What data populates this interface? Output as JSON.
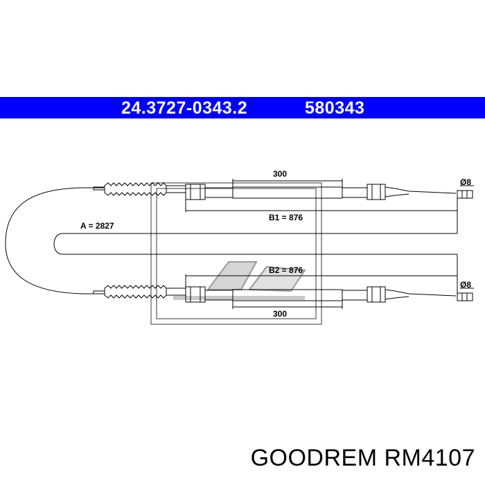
{
  "header": {
    "part_number": "24.3727-0343.2",
    "ref_number": "580343",
    "banner_color": "#0000ff"
  },
  "dimensions": {
    "length_a": "A = 2827",
    "length_b1": "B1 = 876",
    "length_b2": "B2 = 876",
    "sleeve_top": "300",
    "sleeve_bottom": "300",
    "diameter_top": "Ø8",
    "diameter_bottom": "Ø8"
  },
  "footer": {
    "brand_code": "GOODREM RM4107"
  },
  "watermark": {
    "icon": "ate-logo-watermark-icon"
  }
}
